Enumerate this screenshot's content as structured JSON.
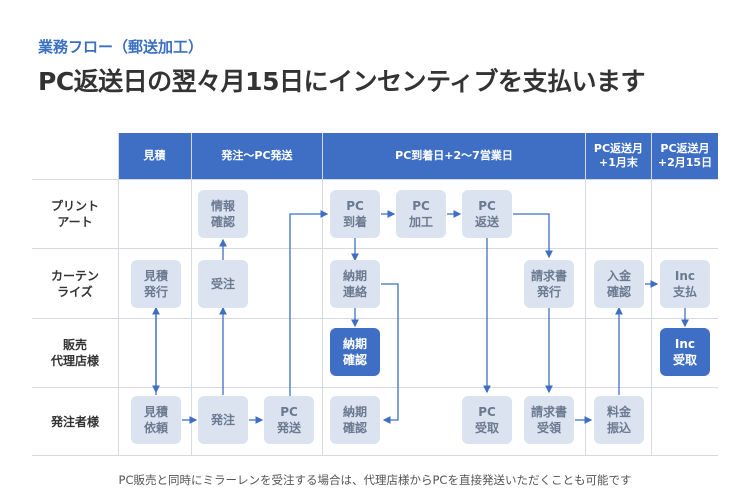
{
  "subtitle": "業務フロー（郵送加工）",
  "title": "PC返送日の翌々月15日にインセンティブを支払います",
  "columns": {
    "estimate": "見積",
    "order": "発注～PC発送",
    "work": "PC到着日+2～7営業日",
    "month1": "PC返送月\n+1月末",
    "month2": "PC返送月\n+2月15日"
  },
  "rows": {
    "print": "プリント\nアート",
    "curtain": "カーテン\nライズ",
    "agent": "販売\n代理店様",
    "orderer": "発注者様"
  },
  "nodes": {
    "info_confirm": "情報\n確認",
    "pc_arrive": "PC\n到着",
    "pc_process": "PC\n加工",
    "pc_return": "PC\n返送",
    "estimate_issue": "見積\n発行",
    "receive_order": "受注",
    "deadline_contact": "納期\n連絡",
    "invoice_issue": "請求書\n発行",
    "payment_confirm": "入金\n確認",
    "inc_pay": "Inc\n支払",
    "deadline_confirm_agent": "納期\n確認",
    "inc_receive": "Inc\n受取",
    "estimate_request": "見積\n依頼",
    "place_order": "発注",
    "pc_ship": "PC\n発送",
    "deadline_confirm": "納期\n確認",
    "pc_receive": "PC\n受取",
    "invoice_receive": "請求書\n受領",
    "fee_transfer": "料金\n振込"
  },
  "colors": {
    "accent": "#3f6fc5",
    "node": "#dbe3f1",
    "node_text": "#6b7a90",
    "arrow": "#3f6fc5"
  },
  "footnote": "PC販売と同時にミラーレンを受注する場合は、代理店様からPCを直接発送いただくことも可能です"
}
